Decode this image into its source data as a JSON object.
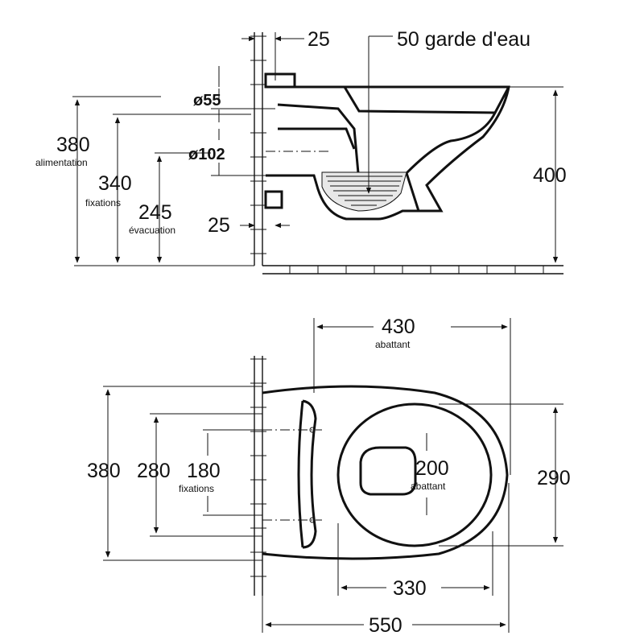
{
  "side_view": {
    "dim_wall_offset": "25",
    "dim_water_seal": "50 garde d'eau",
    "dim_supply_diameter": "ø55",
    "dim_outlet_diameter": "ø102",
    "dim_total_height": "400",
    "dim_supply_height": "380",
    "label_supply": "alimentation",
    "dim_fixing_height": "340",
    "label_fixing": "fixations",
    "dim_outlet_height": "245",
    "label_outlet": "évacuation",
    "dim_outlet_offset": "25"
  },
  "top_view": {
    "dim_seat_length": "430",
    "label_seat_length": "abattant",
    "dim_overall_width": "380",
    "dim_width_280": "280",
    "dim_fixing_spacing": "180",
    "label_fixing": "fixations",
    "dim_seat_opening": "200",
    "label_seat_opening": "abattant",
    "dim_seat_width": "290",
    "dim_bowl_length": "330",
    "dim_overall_length": "550"
  }
}
